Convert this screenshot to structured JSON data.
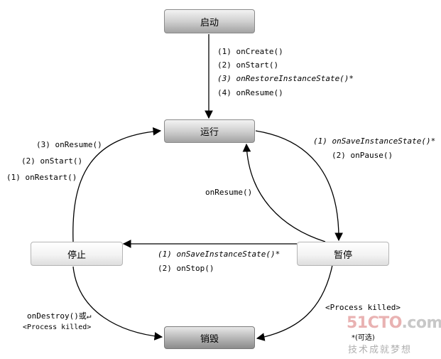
{
  "states": {
    "start": "启动",
    "running": "运行",
    "paused": "暂停",
    "stopped": "停止",
    "destroyed": "销毁"
  },
  "labels": {
    "create_1": "(1) onCreate()",
    "create_2": "(2) onStart()",
    "create_3": "(3) onRestoreInstanceState()*",
    "create_4": "(4) onResume()",
    "pause_1": "(1) onSaveInstanceState()*",
    "pause_2": "(2) onPause()",
    "resume_from_pause": "onResume()",
    "restart_3": "(3) onResume()",
    "restart_2": "(2) onStart()",
    "restart_1": "(1) onRestart()",
    "stop_1": "(1) onSaveInstanceState()*",
    "stop_2": "(2) onStop()",
    "destroy_a": "onDestroy()或↵",
    "destroy_b": "<Process killed>",
    "killed_from_pause": "<Process killed>",
    "optional_note": "*(可选)"
  },
  "watermark": {
    "brand_num": "51",
    "brand_mid": "CTO",
    "brand_tld": ".com",
    "slogan": "技术成就梦想"
  }
}
